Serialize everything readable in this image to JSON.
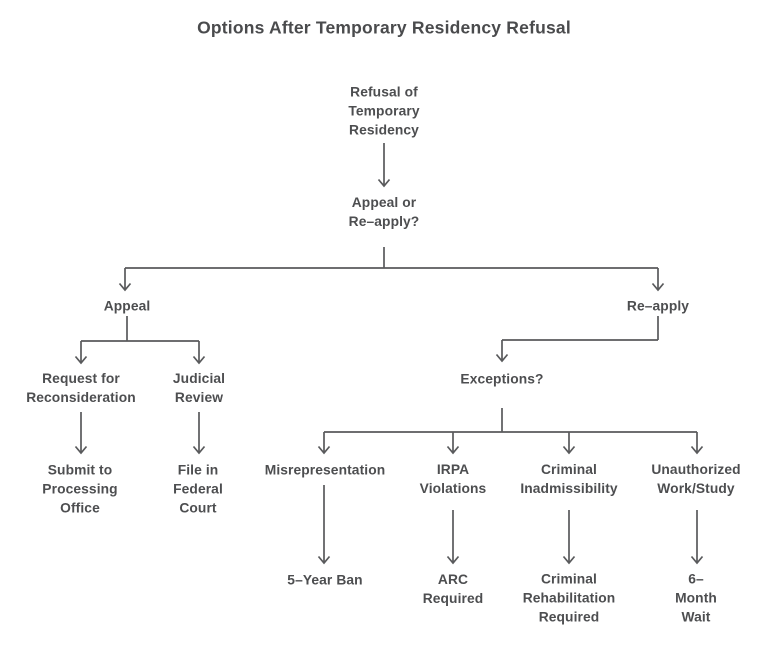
{
  "title": "Options After Temporary Residency Refusal",
  "colors": {
    "background": "#ffffff",
    "text": "#4d4e50",
    "line": "#595a5c"
  },
  "diagram_type": "flowchart",
  "nodes": {
    "refusal": "Refusal of\nTemporary\nResidency",
    "appeal_or_reapply": "Appeal or\nRe–apply?",
    "appeal": "Appeal",
    "reapply": "Re–apply",
    "request_reconsideration": "Request for\nReconsideration",
    "judicial_review": "Judicial\nReview",
    "submit_processing": "Submit to\nProcessing\nOffice",
    "file_federal": "File in\nFederal\nCourt",
    "exceptions": "Exceptions?",
    "misrepresentation": "Misrepresentation",
    "irpa_violations": "IRPA\nViolations",
    "criminal_inadmissibility": "Criminal\nInadmissibility",
    "unauthorized_work_study": "Unauthorized\nWork/Study",
    "five_year_ban": "5–Year Ban",
    "arc_required": "ARC\nRequired",
    "criminal_rehabilitation": "Criminal\nRehabilitation\nRequired",
    "six_month_wait": "6–\nMonth\nWait"
  },
  "edges": [
    {
      "from": "refusal",
      "to": "appeal_or_reapply"
    },
    {
      "from": "appeal_or_reapply",
      "to": "appeal"
    },
    {
      "from": "appeal_or_reapply",
      "to": "reapply"
    },
    {
      "from": "appeal",
      "to": "request_reconsideration"
    },
    {
      "from": "appeal",
      "to": "judicial_review"
    },
    {
      "from": "request_reconsideration",
      "to": "submit_processing"
    },
    {
      "from": "judicial_review",
      "to": "file_federal"
    },
    {
      "from": "reapply",
      "to": "exceptions"
    },
    {
      "from": "exceptions",
      "to": "misrepresentation"
    },
    {
      "from": "exceptions",
      "to": "irpa_violations"
    },
    {
      "from": "exceptions",
      "to": "criminal_inadmissibility"
    },
    {
      "from": "exceptions",
      "to": "unauthorized_work_study"
    },
    {
      "from": "misrepresentation",
      "to": "five_year_ban"
    },
    {
      "from": "irpa_violations",
      "to": "arc_required"
    },
    {
      "from": "criminal_inadmissibility",
      "to": "criminal_rehabilitation"
    },
    {
      "from": "unauthorized_work_study",
      "to": "six_month_wait"
    }
  ]
}
